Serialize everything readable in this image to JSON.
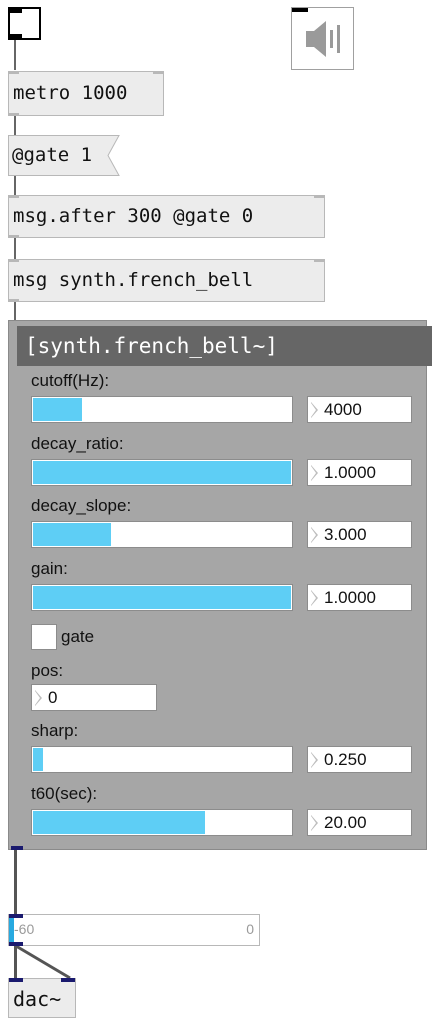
{
  "objects": {
    "metro": "metro 1000",
    "gate_msg": "@gate 1",
    "msg_after": "msg.after 300 @gate 0",
    "msg_synth": "msg synth.french_bell",
    "dac": "dac~"
  },
  "panel": {
    "title": "[synth.french_bell~]",
    "params": [
      {
        "label": "cutoff(Hz):",
        "value": "4000",
        "fill": 0.19
      },
      {
        "label": "decay_ratio:",
        "value": "1.0000",
        "fill": 1.0
      },
      {
        "label": "decay_slope:",
        "value": "3.000",
        "fill": 0.3
      },
      {
        "label": "gain:",
        "value": "1.0000",
        "fill": 1.0
      }
    ],
    "gate_label": "gate",
    "pos": {
      "label": "pos:",
      "value": "0"
    },
    "params2": [
      {
        "label": "sharp:",
        "value": "0.250",
        "fill": 0.04
      },
      {
        "label": "t60(sec):",
        "value": "20.00",
        "fill": 0.66
      }
    ]
  },
  "meter": {
    "min_label": "-60",
    "max_label": "0"
  },
  "colors": {
    "slider_fill": "#5ecef5",
    "panel_bg": "#a6a6a6",
    "panel_title_bg": "#666666",
    "object_bg": "#ececec"
  },
  "icons": {
    "toggle": "toggle-icon",
    "speaker": "speaker-icon"
  }
}
